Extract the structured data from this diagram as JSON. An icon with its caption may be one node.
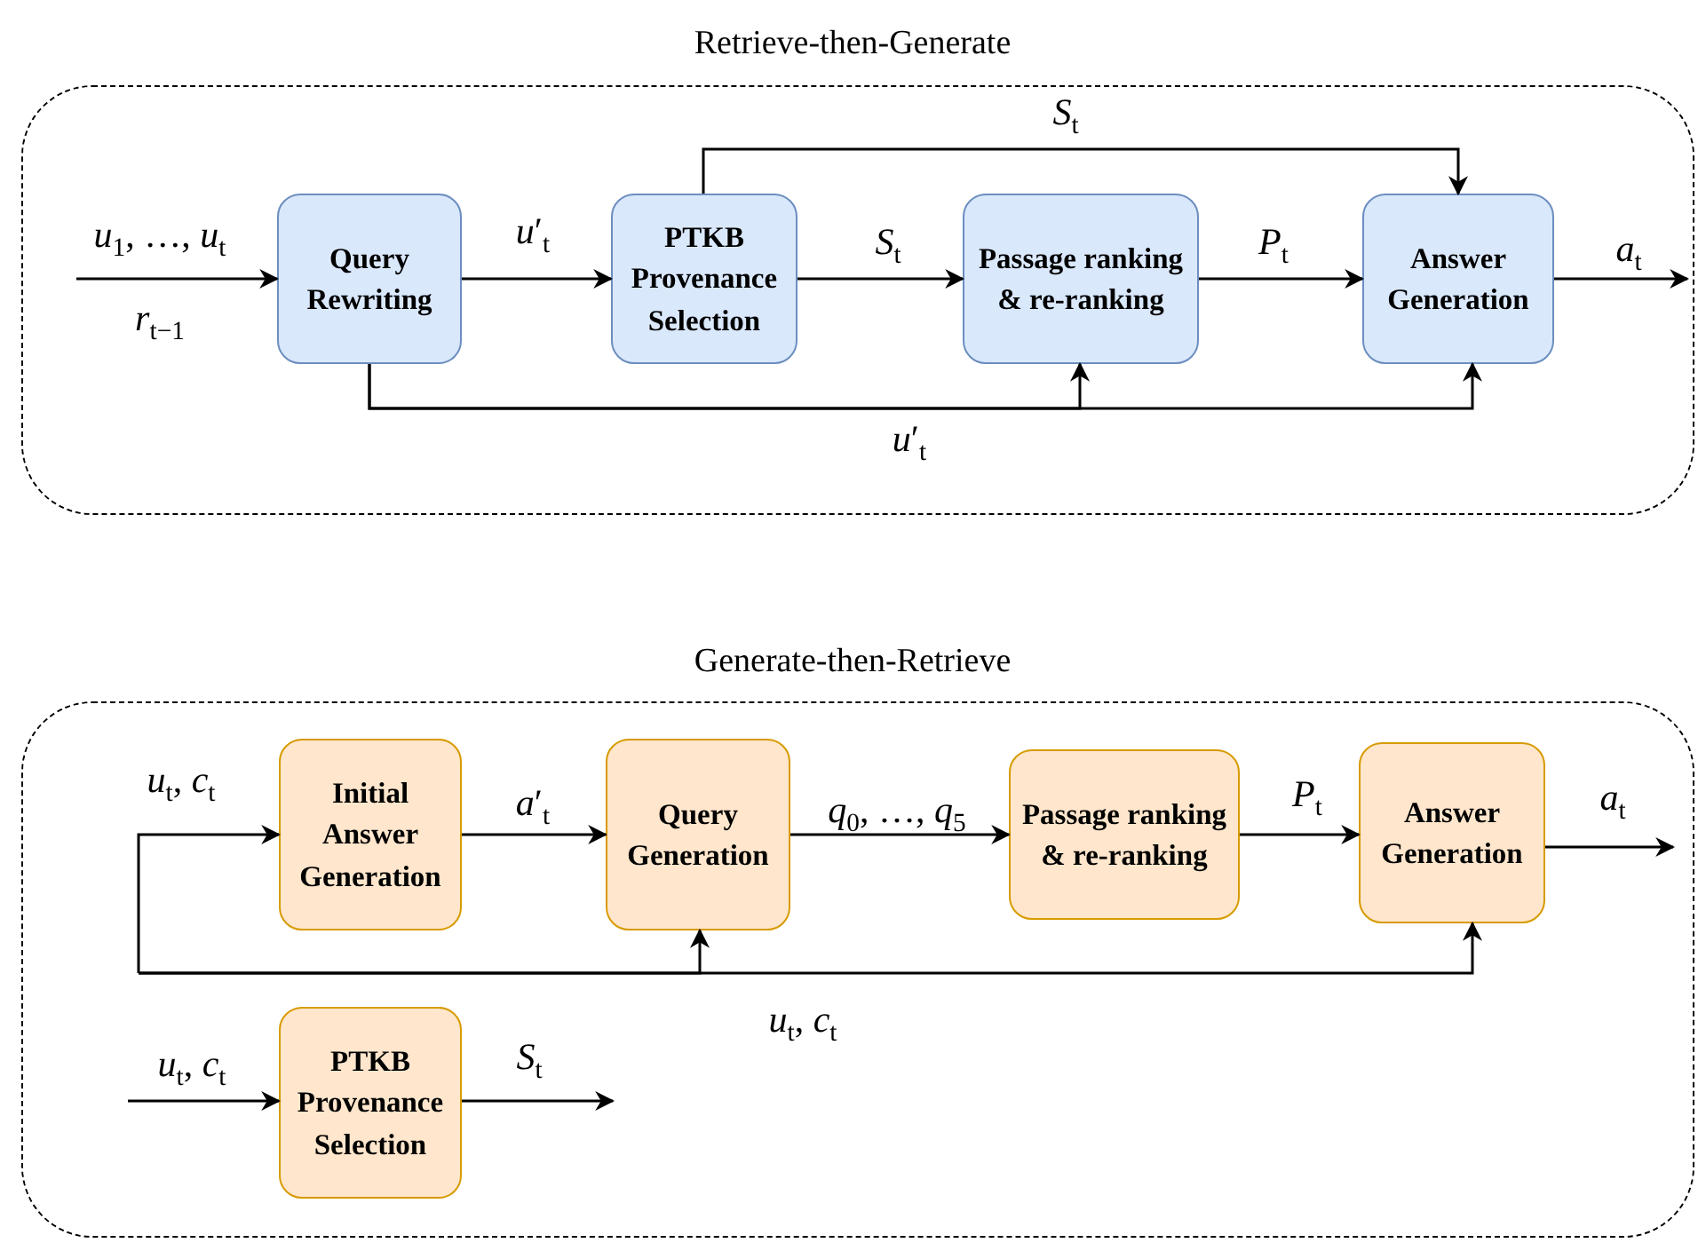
{
  "diagram": {
    "nodes": [
      {
        "text": [
          "Retrieve-then-Generate"
        ]
      },
      {
        "text": [
          "Query Rewriting"
        ],
        "in": 0
      },
      {
        "text": [
          "PTKB Provenance Selection"
        ],
        "in": 0
      },
      {
        "text": [
          "Passage ranking & re-ranking"
        ],
        "in": 0
      },
      {
        "text": [
          "Answer Generation"
        ],
        "in": 0
      },
      {
        "text": [
          "Generate-then-Retrieve"
        ]
      },
      {
        "text": [
          "Initial Answer Generation"
        ],
        "in": 5
      },
      {
        "text": [
          "Query Generation"
        ],
        "in": 5
      },
      {
        "text": [
          "Passage ranking & re-ranking"
        ],
        "in": 5
      },
      {
        "text": [
          "Answer Generation"
        ],
        "in": 5
      },
      {
        "text": [
          "PTKB Provenance Selection"
        ],
        "in": 5
      }
    ],
    "edges": [
      {
        "from": null,
        "to": 1,
        "arrow": "to",
        "label": "*u*$_{1}$, …, *u*$_{t}$"
      },
      {
        "from": 1,
        "to": 2,
        "arrow": "to",
        "label": "*u*′$_{t}$"
      },
      {
        "from": 2,
        "to": 3,
        "arrow": "to",
        "label": "*S*$_{t}$"
      },
      {
        "from": 2,
        "to": 4,
        "arrow": "to",
        "label": "*S*$_{t}$"
      },
      {
        "from": 3,
        "to": 4,
        "arrow": "to",
        "label": "*P*$_{t}$"
      },
      {
        "from": 4,
        "to": null,
        "arrow": "to",
        "label": "*a*$_{t}$"
      },
      {
        "from": 1,
        "to": 3,
        "arrow": "to",
        "label": "*u*′$_{t}$"
      },
      {
        "from": 1,
        "to": 4,
        "arrow": "to"
      },
      {
        "from": null,
        "to": 6,
        "arrow": "to",
        "label": "*u*$_{t}$, *c*$_{t}$"
      },
      {
        "from": null,
        "to": 7,
        "arrow": "to",
        "label": "*u*$_{t}$, *c*$_{t}$"
      },
      {
        "from": null,
        "to": 9,
        "arrow": "to"
      },
      {
        "from": 6,
        "to": 7,
        "arrow": "to",
        "label": "*a*′$_{t}$"
      },
      {
        "from": 7,
        "to": 8,
        "arrow": "to",
        "label": "*q*$_{0}$, …, *q*$_{5}$"
      },
      {
        "from": 8,
        "to": 9,
        "arrow": "to",
        "label": "*P*$_{t}$"
      },
      {
        "from": 9,
        "to": null,
        "arrow": "to",
        "label": "*a*$_{t}$"
      },
      {
        "from": null,
        "to": 10,
        "arrow": "to",
        "label": "*u*$_{t}$, *c*$_{t}$"
      },
      {
        "from": 10,
        "to": null,
        "arrow": "to",
        "label": "*S*$_{t}$"
      }
    ],
    "labels": [
      "*r*$_{t−1}$"
    ]
  }
}
